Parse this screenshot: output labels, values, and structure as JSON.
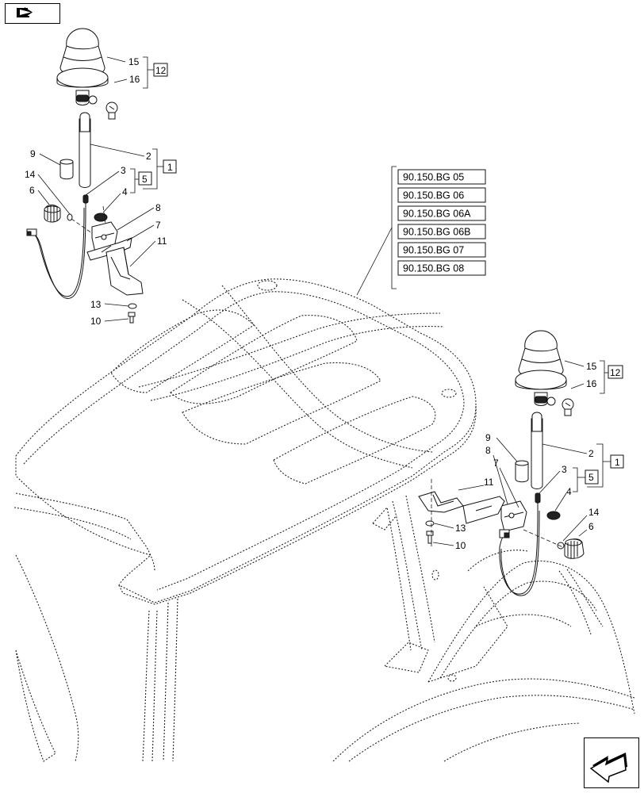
{
  "navigation": {
    "top_icon": "book-arrow-icon",
    "bottom_icon": "next-page-arrow-icon"
  },
  "references": [
    "90.150.BG 05",
    "90.150.BG 06",
    "90.150.BG 06A",
    "90.150.BG 06B",
    "90.150.BG 07",
    "90.150.BG 08"
  ],
  "left_group": {
    "c15": "15",
    "c16": "16",
    "c12": "12",
    "c9": "9",
    "c2": "2",
    "c1": "1",
    "c14": "14",
    "c3": "3",
    "c5": "5",
    "c6": "6",
    "c4": "4",
    "c8": "8",
    "c7": "7",
    "c11": "11",
    "c13": "13",
    "c10": "10"
  },
  "right_group": {
    "c15": "15",
    "c16": "16",
    "c12": "12",
    "c9": "9",
    "c2": "2",
    "c1": "1",
    "c8": "8",
    "c7": "7",
    "c3": "3",
    "c5": "5",
    "c11": "11",
    "c4": "4",
    "c13": "13",
    "c14": "14",
    "c10": "10",
    "c6": "6"
  }
}
